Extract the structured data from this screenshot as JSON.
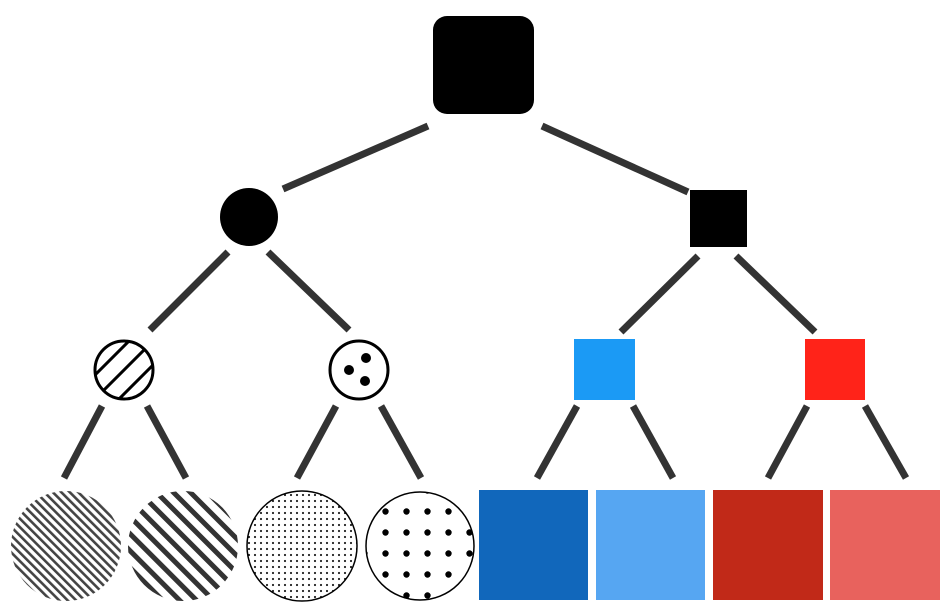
{
  "diagram": {
    "type": "hierarchy-tree",
    "root": {
      "shape": "rounded-square",
      "fill": "#000000"
    },
    "branches": [
      {
        "id": "circle-branch",
        "shape": "circle",
        "fill": "#000000",
        "children": [
          {
            "id": "hatched",
            "shape": "circle",
            "pattern": "diagonal-hatch-sparse",
            "children": [
              {
                "shape": "circle",
                "pattern": "diagonal-hatch-fine"
              },
              {
                "shape": "circle",
                "pattern": "diagonal-hatch-coarse"
              }
            ]
          },
          {
            "id": "dotted",
            "shape": "circle",
            "pattern": "three-dots",
            "children": [
              {
                "shape": "circle",
                "pattern": "dots-fine"
              },
              {
                "shape": "circle",
                "pattern": "dots-coarse"
              }
            ]
          }
        ]
      },
      {
        "id": "square-branch",
        "shape": "square",
        "fill": "#000000",
        "children": [
          {
            "id": "blue",
            "shape": "square",
            "fill": "#1b9af5",
            "children": [
              {
                "shape": "square",
                "fill": "#1167bb"
              },
              {
                "shape": "square",
                "fill": "#56a6f2"
              }
            ]
          },
          {
            "id": "red",
            "shape": "square",
            "fill": "#ff2319",
            "children": [
              {
                "shape": "square",
                "fill": "#c12918"
              },
              {
                "shape": "square",
                "fill": "#e8625d"
              }
            ]
          }
        ]
      }
    ],
    "colors": {
      "edge": "#333333",
      "outline": "#000000"
    }
  }
}
